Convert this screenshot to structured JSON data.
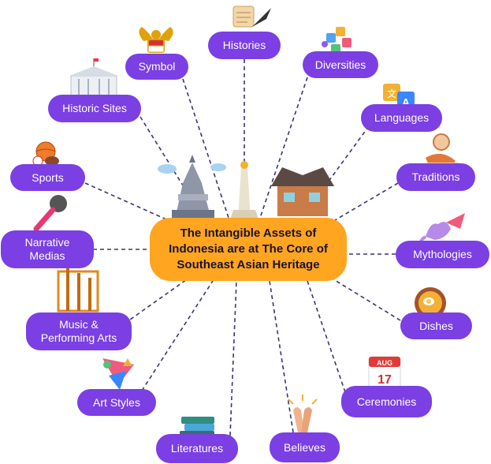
{
  "center": {
    "text": "The Intangible Assets of Indonesia are at The Core of Southeast Asian Heritage"
  },
  "nodes": {
    "histories": "Histories",
    "symbol": "Symbol",
    "diversities": "Diversities",
    "historic_sites": "Historic Sites",
    "languages": "Languages",
    "sports": "Sports",
    "traditions": "Traditions",
    "narrative_medias": "Narrative Medias",
    "mythologies": "Mythologies",
    "music_performing_arts": "Music & Performing Arts",
    "dishes": "Dishes",
    "ceremonies": "Ceremonies",
    "art_styles": "Art Styles",
    "literatures": "Literatures",
    "believes": "Believes"
  },
  "icons": {
    "calendar_month": "AUG",
    "calendar_day": "17",
    "translate_a": "A",
    "translate_b": "文"
  },
  "colors": {
    "node": "#7b3fe4",
    "center": "#ffa51f",
    "connector": "#3b3470"
  }
}
